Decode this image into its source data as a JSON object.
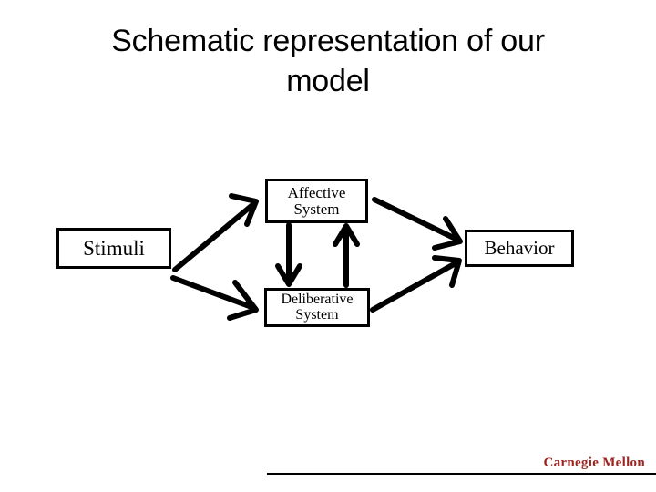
{
  "slide": {
    "title": "Schematic representation of our\nmodel",
    "background_color": "#ffffff"
  },
  "diagram": {
    "type": "flow-diagram",
    "nodes": [
      {
        "id": "stimuli",
        "label": "Stimuli"
      },
      {
        "id": "affective",
        "label": "Affective\nSystem"
      },
      {
        "id": "deliberative",
        "label": "Deliberative\nSystem"
      },
      {
        "id": "behavior",
        "label": "Behavior"
      }
    ],
    "edges": [
      {
        "from": "stimuli",
        "to": "affective",
        "style": "arrow"
      },
      {
        "from": "stimuli",
        "to": "deliberative",
        "style": "arrow"
      },
      {
        "from": "affective",
        "to": "deliberative",
        "style": "arrow"
      },
      {
        "from": "deliberative",
        "to": "affective",
        "style": "arrow"
      },
      {
        "from": "affective",
        "to": "behavior",
        "style": "arrow"
      },
      {
        "from": "deliberative",
        "to": "behavior",
        "style": "arrow"
      }
    ],
    "line_color": "#000000",
    "box_border_color": "#000000"
  },
  "footer": {
    "logo_text": "Carnegie Mellon",
    "logo_color": "#9e2420"
  }
}
